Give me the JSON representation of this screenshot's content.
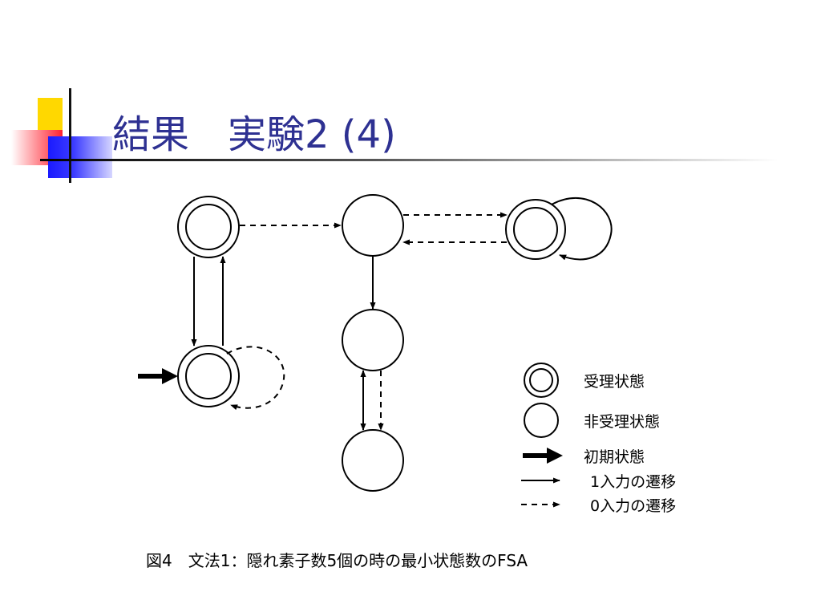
{
  "slide": {
    "title": "結果　実験2 (4)",
    "caption": "図4　文法1：隠れ素子数5個の時の最小状態数のFSA",
    "title_color": "#2e3192"
  },
  "legend": {
    "accept": "受理状態",
    "nonaccept": "非受理状態",
    "initial": "初期状態",
    "trans1": "1入力の遷移",
    "trans0": "0入力の遷移"
  },
  "fsa": {
    "states": [
      {
        "id": "A",
        "accepting": true,
        "initial": false
      },
      {
        "id": "B",
        "accepting": false,
        "initial": false
      },
      {
        "id": "C",
        "accepting": true,
        "initial": false
      },
      {
        "id": "D",
        "accepting": true,
        "initial": true
      },
      {
        "id": "E",
        "accepting": false,
        "initial": false
      },
      {
        "id": "F",
        "accepting": false,
        "initial": false
      }
    ],
    "transitions": [
      {
        "from": "A",
        "to": "B",
        "input": "0"
      },
      {
        "from": "B",
        "to": "C",
        "input": "0"
      },
      {
        "from": "C",
        "to": "B",
        "input": "0"
      },
      {
        "from": "C",
        "to": "C",
        "input": "1"
      },
      {
        "from": "A",
        "to": "D",
        "input": "1"
      },
      {
        "from": "D",
        "to": "A",
        "input": "1"
      },
      {
        "from": "D",
        "to": "D",
        "input": "0"
      },
      {
        "from": "B",
        "to": "E",
        "input": "1"
      },
      {
        "from": "E",
        "to": "F",
        "input": "1"
      },
      {
        "from": "F",
        "to": "E",
        "input": "1"
      },
      {
        "from": "E",
        "to": "F",
        "input": "0"
      }
    ]
  }
}
